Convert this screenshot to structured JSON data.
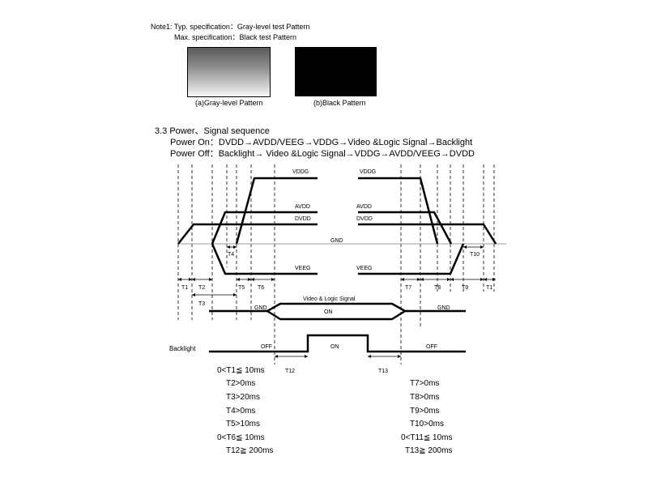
{
  "notes": {
    "line1": "Note1: Typ. specification：Gray-level test Pattern",
    "line2": "Max. specification：Black  test Pattern"
  },
  "patterns": {
    "gray_caption": "(a)Gray-level Pattern",
    "black_caption": "(b)Black Pattern"
  },
  "section": {
    "title": "3.3 Power、Signal sequence",
    "power_on": "Power On：DVDD→AVDD/VEEG→VDDG→Video &Logic Signal→Backlight",
    "power_off": "Power Off：Backlight→ Video &Logic Signal→VDDG→AVDD/VEEG→DVDD"
  },
  "diagram": {
    "vddg_left": "VDDG",
    "vddg_right": "VDDG",
    "avdd_left": "AVDD",
    "avdd_right": "AVDD",
    "dvdd_left": "DVDD",
    "dvdd_right": "DVDD",
    "gnd": "GND",
    "veeg_left": "VEEG",
    "veeg_right": "VEEG",
    "t1": "T1",
    "t2": "T2",
    "t3": "T3",
    "t4": "T4",
    "t5": "T5",
    "t6": "T6",
    "t7": "T7",
    "t8": "T8",
    "t9": "T9",
    "t10": "T10",
    "t11": "T1",
    "t12": "T12",
    "t13": "T13",
    "video_title": "Video & Logic Signal",
    "video_on": "ON",
    "video_gnd_left": "GND",
    "video_gnd_right": "GND",
    "backlight": "Backlight",
    "bl_off_left": "OFF",
    "bl_on": "ON",
    "bl_off_right": "OFF"
  },
  "conditions": {
    "left": [
      "0<T1≦ 10ms",
      "T2>0ms",
      "T3>20ms",
      "T4>0ms",
      "T5>10ms",
      "0<T6≦ 10ms",
      "T12≧ 200ms"
    ],
    "right": [
      "T7>0ms",
      "T8>0ms",
      "T9>0ms",
      "T10>0ms",
      "0<T11≦ 10ms",
      "T13≧ 200ms"
    ]
  }
}
